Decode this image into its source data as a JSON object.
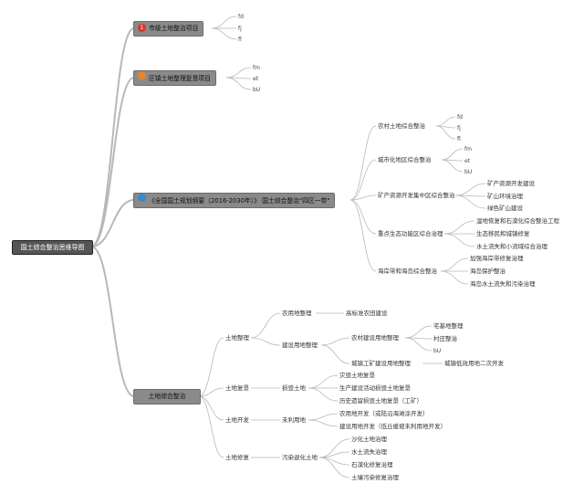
{
  "root": {
    "label": "国土综合整治思维导图"
  },
  "colors": {
    "line": "#b8b8b8",
    "node_bg": "#8a8a8a",
    "root_bg": "#555555",
    "badge1": "#d9362b",
    "badge2": "#e8842a",
    "badge3": "#3a88c8"
  },
  "branch1": {
    "badge": "1",
    "label": "市级土地整治项目",
    "leaves": [
      "fd",
      "fj",
      "fl"
    ]
  },
  "branch2": {
    "label": "区镇土地整理复垦项目",
    "leaves": [
      "fm",
      "et",
      "bU"
    ]
  },
  "branch3": {
    "label": "《全国国土规划纲要（2016-2030年）》 国土综合整治\"四区一带\"",
    "c1": {
      "label": "农村土地综合整治",
      "leaves": [
        "fd",
        "fj",
        "fl"
      ]
    },
    "c2": {
      "label": "城市化地区综合整治",
      "leaves": [
        "fm",
        "et",
        "bU"
      ]
    },
    "c3": {
      "label": "矿产资源开发集中区综合整治",
      "leaves": [
        "矿产资源开发建设",
        "矿山环境治理",
        "绿色矿山建设"
      ]
    },
    "c4": {
      "label": "重点生态功能区综合治理",
      "leaves": [
        "湿地恢复和石漠化综合整治工程",
        "生态移民和城镇修复",
        "水土流失和小流域综合治理"
      ]
    },
    "c5": {
      "label": "海岸带和海岛综合整治",
      "leaves": [
        "加强海岸带修复治理",
        "海岛保护整治",
        "海岛水土流失和污染治理"
      ]
    }
  },
  "branch4": {
    "label": "土地综合整治",
    "s1": {
      "label": "土地整理",
      "a": {
        "label": "农用地整理",
        "leaf": "高标准农田建设"
      },
      "b": {
        "label": "建设用地整理",
        "b1": {
          "label": "农村建设用地整理",
          "leaves": [
            "宅基地整理",
            "村庄整治",
            "bU"
          ]
        },
        "b2": {
          "label": "城镇工矿建设用地整理",
          "leaf": "城镇低效用地二次开发"
        }
      }
    },
    "s2": {
      "label": "土地复垦",
      "a": {
        "label": "损毁土地",
        "leaves": [
          "灾毁土地复垦",
          "生产建设活动损毁土地复垦",
          "历史遗留损毁土地复垦（工矿）"
        ]
      }
    },
    "s3": {
      "label": "土地开发",
      "a": {
        "label": "未利用地",
        "leaves": [
          "农用地开发（或陆沿海滩涂开发）",
          "建设用地开发（低丘缓坡未利用地开发）"
        ]
      }
    },
    "s4": {
      "label": "土地修复",
      "a": {
        "label": "污染退化土地",
        "leaves": [
          "沙化土地治理",
          "水土流失治理",
          "石漠化修复治理",
          "土壤污染修复治理"
        ]
      }
    }
  }
}
